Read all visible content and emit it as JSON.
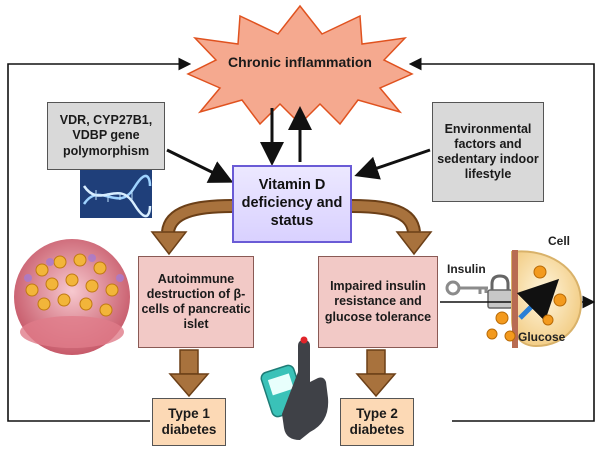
{
  "diagram": {
    "inflammation": "Chronic inflammation",
    "genes": "VDR, CYP27B1, VDBP gene polymorphism",
    "environment": "Environmental factors and sedentary indoor lifestyle",
    "vitamin_d": "Vitamin D deficiency and status",
    "autoimmune": "Autoimmune destruction of β-cells of pancreatic islet",
    "insulin_resistance": "Impaired insulin resistance and glucose tolerance",
    "type1": "Type 1 diabetes",
    "type2": "Type 2 diabetes",
    "cell_label": "Cell",
    "insulin_label": "Insulin",
    "glucose_label": "Glucose"
  },
  "colors": {
    "starburst": "#f5a98f",
    "vitamin_d_border": "#6a5bd6",
    "pink_box": "#f2c9c6",
    "orange_box": "#fcd9b5",
    "brown_arrow": "#8b5a2b"
  },
  "icons": [
    "dna-icon",
    "islet-cells-icon",
    "glucose-meter-hand-icon",
    "key-lock-icon",
    "cell-icon"
  ]
}
